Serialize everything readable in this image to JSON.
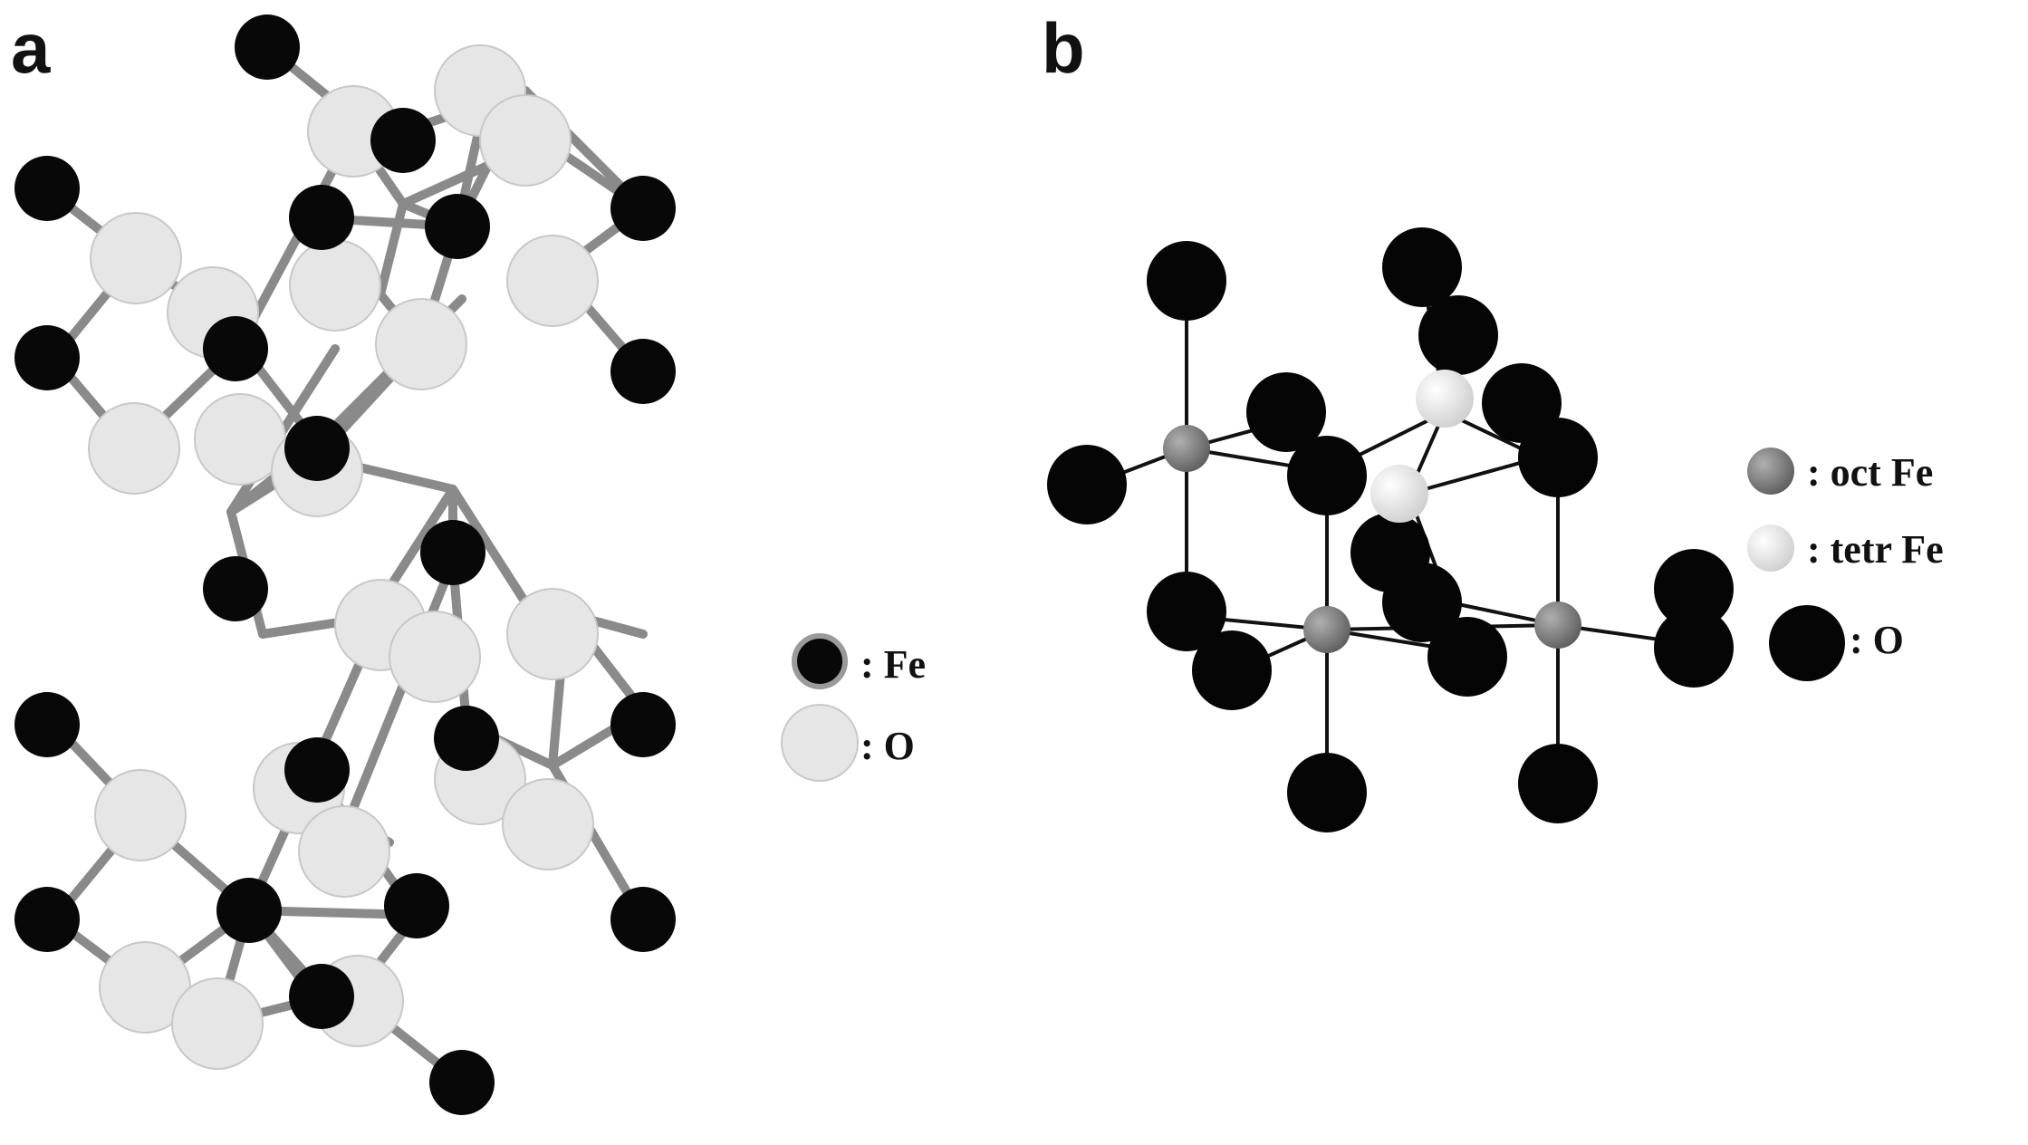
{
  "panels": {
    "a": {
      "label": "a",
      "legend": {
        "fe": ": Fe",
        "o": ": O"
      }
    },
    "b": {
      "label": "b",
      "legend": {
        "oct_fe": ": oct Fe",
        "tetr_fe": ": tetr Fe",
        "o": ": O"
      }
    }
  },
  "colors": {
    "fe_a": "#080808",
    "o_a": "#e6e6e6",
    "bond_a": "#8a8a8a",
    "oct_fe": "#7c7c7c",
    "tetr_fe": "#f0f0f0",
    "o_b": "#050505",
    "bond_b": "#111111"
  }
}
